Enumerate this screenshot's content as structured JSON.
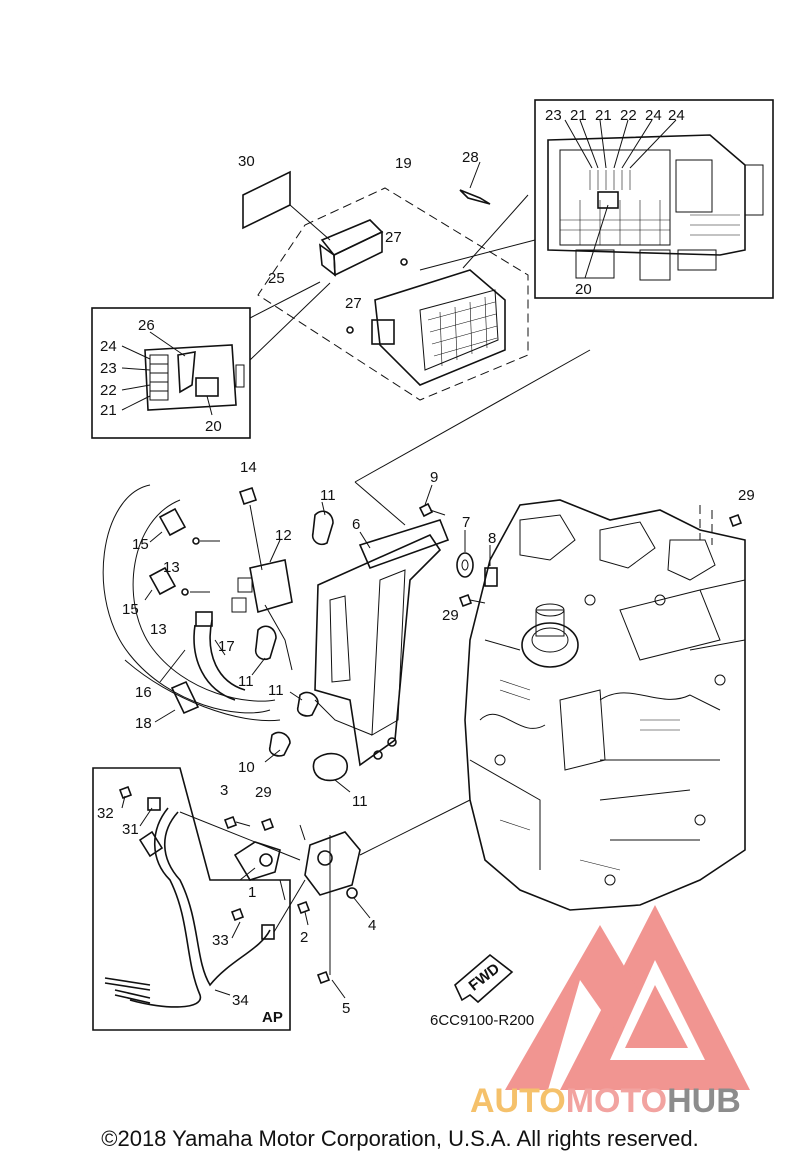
{
  "diagram": {
    "labels": {
      "l19": "19",
      "l20a": "20",
      "l20b": "20",
      "l21a": "21",
      "l21b": "21",
      "l21c": "21",
      "l22a": "22",
      "l22b": "22",
      "l23a": "23",
      "l23b": "23",
      "l24a": "24",
      "l24b": "24",
      "l24c": "24",
      "l25": "25",
      "l26": "26",
      "l27a": "27",
      "l27b": "27",
      "l28": "28",
      "l30": "30",
      "l1": "1",
      "l2": "2",
      "l3": "3",
      "l4": "4",
      "l5": "5",
      "l6": "6",
      "l7": "7",
      "l8": "8",
      "l9": "9",
      "l10": "10",
      "l11a": "11",
      "l11b": "11",
      "l11c": "11",
      "l11d": "11",
      "l12": "12",
      "l13a": "13",
      "l13b": "13",
      "l14": "14",
      "l15a": "15",
      "l15b": "15",
      "l16": "16",
      "l17": "17",
      "l18": "18",
      "l29a": "29",
      "l29b": "29",
      "l29c": "29",
      "l31": "31",
      "l32": "32",
      "l33": "33",
      "l34": "34"
    },
    "ap_tag": "AP",
    "fwd_marker": "FWD",
    "diagram_code": "6CC9100-R200"
  },
  "watermark": {
    "brand_part1": "AUTO",
    "brand_part2": "MOTO",
    "brand_part3": "HUB",
    "color_part1": "#f5c16b",
    "color_part2": "#f2a3a0",
    "color_part3": "#8c8c8c",
    "logo_color": "#f08a86"
  },
  "footer": {
    "copyright": "©2018 Yamaha Motor Corporation, U.S.A. All rights reserved."
  }
}
